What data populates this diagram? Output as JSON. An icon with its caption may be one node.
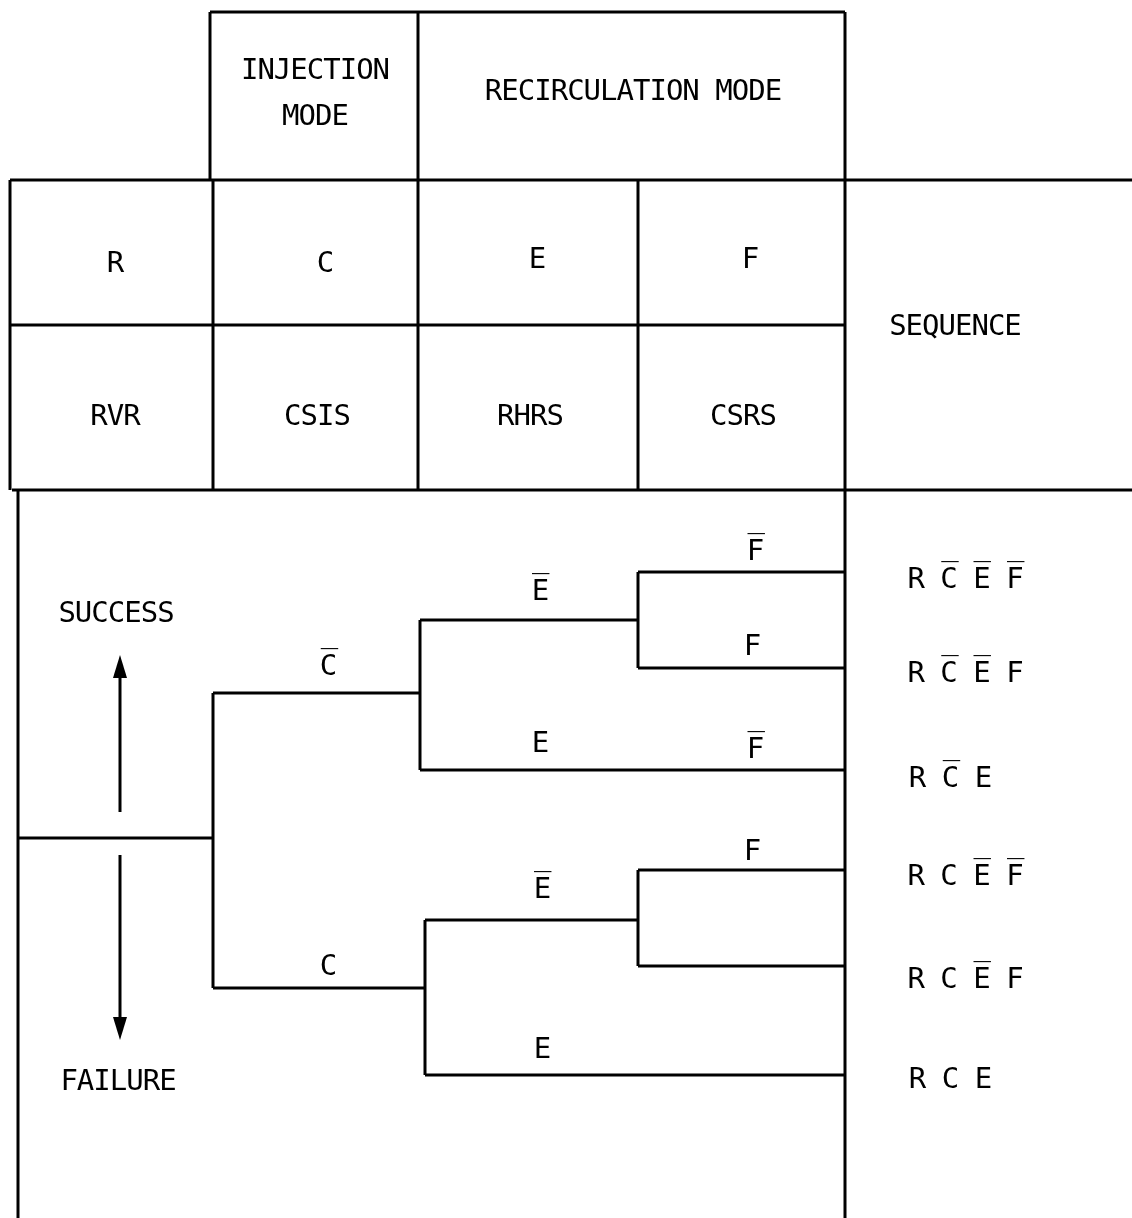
{
  "diagram": {
    "labels": [
      "INJECTION MODE",
      "RECIRCULATION MODE",
      "R",
      "C",
      "E",
      "F",
      "SEQUENCE",
      "RVR",
      "CSIS",
      "RHRS",
      "CSRS",
      "F̅",
      "R C̅ E̅ F̅",
      "E̅",
      "SUCCESS",
      "F",
      "C̅",
      "R C̅ E̅ F",
      "E",
      "F̅",
      "R C̅ E",
      "F",
      "R C E̅ F̅",
      "E̅",
      "C",
      "R C E̅ F",
      "E",
      "FAILURE",
      "R C E"
    ]
  }
}
